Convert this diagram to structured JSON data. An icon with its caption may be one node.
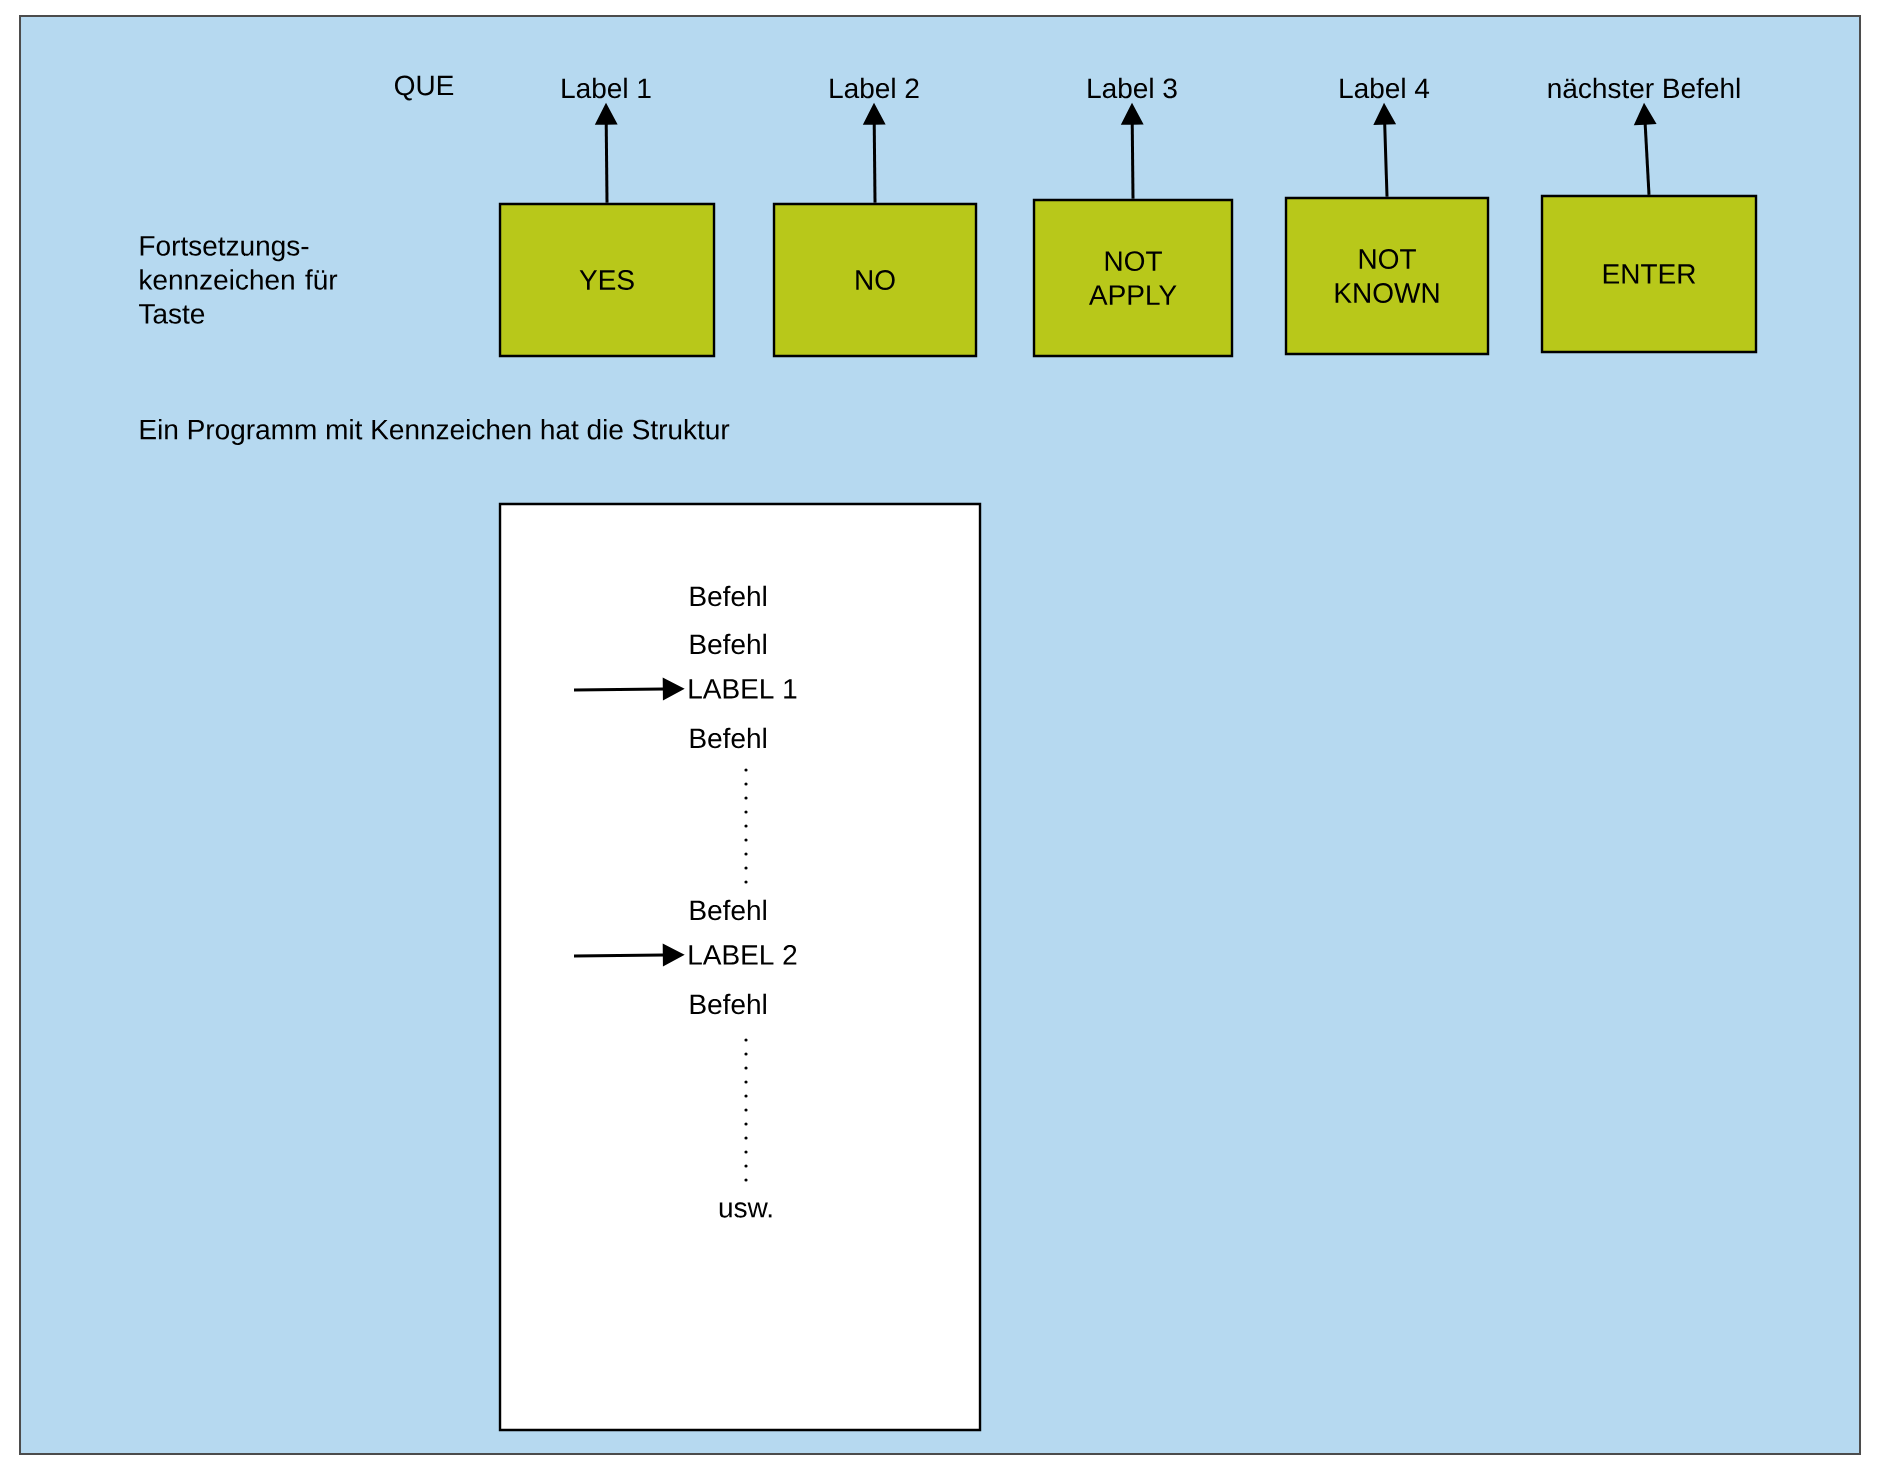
{
  "diagram": {
    "nodes": [
      {
        "text": [
          "YES"
        ]
      },
      {
        "text": [
          "NO"
        ]
      },
      {
        "text": [
          "NOT APPLY"
        ]
      },
      {
        "text": [
          "NOT KNOWN"
        ]
      },
      {
        "text": [
          "ENTER"
        ]
      },
      {
        "text": [
          "Label 1"
        ]
      },
      {
        "text": [
          "Label 2"
        ]
      },
      {
        "text": [
          "Label 3"
        ]
      },
      {
        "text": [
          "Label 4"
        ]
      },
      {
        "text": [
          "nächster Befehl"
        ]
      },
      {
        "text": [],
        "shape": "box"
      },
      {
        "text": [
          "LABEL 1"
        ],
        "in": 10
      },
      {
        "text": [
          "LABEL 2"
        ],
        "in": 10
      }
    ],
    "edges": [
      {
        "from": 0,
        "to": 5,
        "arrow": "to"
      },
      {
        "from": 1,
        "to": 6,
        "arrow": "to"
      },
      {
        "from": 2,
        "to": 7,
        "arrow": "to"
      },
      {
        "from": 3,
        "to": 8,
        "arrow": "to"
      },
      {
        "from": 4,
        "to": 9,
        "arrow": "to"
      },
      {
        "from": null,
        "to": 11,
        "arrow": "to"
      },
      {
        "from": null,
        "to": 12,
        "arrow": "to"
      }
    ],
    "labels": [
      "QUE",
      "Fortsetzungs- kennzeichen für Taste",
      "Ein Programm mit Kennzeichen hat die Struktur",
      "Befehl",
      "Befehl",
      "Befehl",
      "Befehl",
      "Befehl",
      "usw."
    ]
  }
}
